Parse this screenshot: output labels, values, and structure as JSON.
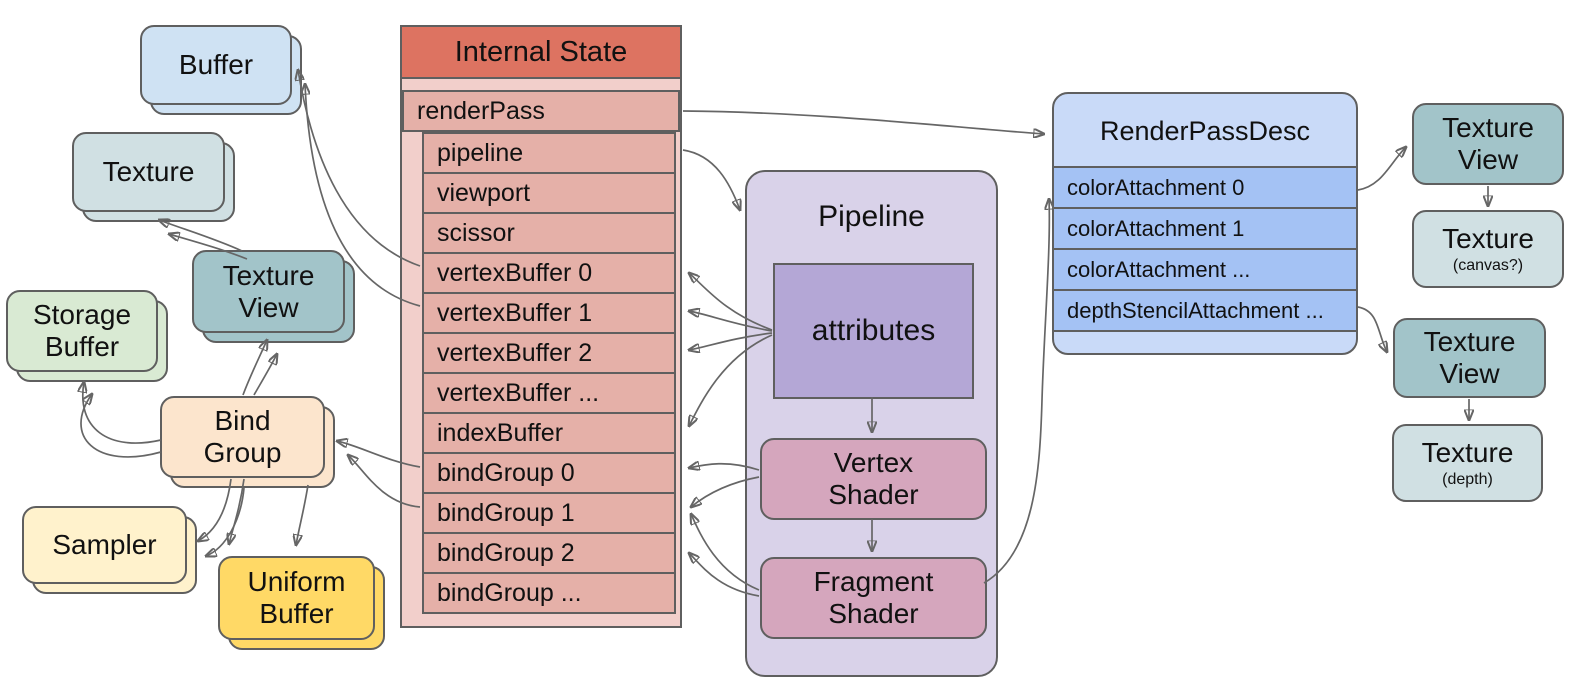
{
  "diagram": {
    "title_hint": "WebGPU render pass internal state diagram",
    "cards": {
      "buffer": "Buffer",
      "texture": "Texture",
      "texture_view": "Texture View",
      "storage_buffer": "Storage Buffer",
      "bind_group": "Bind Group",
      "sampler": "Sampler",
      "uniform_buffer": "Uniform Buffer"
    },
    "internal_state": {
      "title": "Internal State",
      "rows": [
        "renderPass",
        "pipeline",
        "viewport",
        "scissor",
        "vertexBuffer 0",
        "vertexBuffer 1",
        "vertexBuffer 2",
        "vertexBuffer ...",
        "indexBuffer",
        "bindGroup 0",
        "bindGroup 1",
        "bindGroup 2",
        "bindGroup ..."
      ]
    },
    "pipeline": {
      "title": "Pipeline",
      "attributes": "attributes",
      "vertex_shader": "Vertex Shader",
      "fragment_shader": "Fragment Shader"
    },
    "render_pass_desc": {
      "title": "RenderPassDesc",
      "rows": [
        "colorAttachment 0",
        "colorAttachment 1",
        "colorAttachment ...",
        "depthStencilAttachment ..."
      ]
    },
    "right_column": {
      "texture_view_top": "Texture View",
      "texture_canvas": "Texture",
      "texture_canvas_sub": "(canvas?)",
      "texture_view_bottom": "Texture View",
      "texture_depth": "Texture",
      "texture_depth_sub": "(depth)"
    },
    "colors": {
      "border": "#5f5f5f",
      "arrow": "#666666",
      "buffer_fill": "#cfe2f3",
      "texture_fill": "#d0e0e3",
      "texture_view_fill": "#a2c4c9",
      "storage_buffer_fill": "#d9ead3",
      "bind_group_fill": "#fce5cd",
      "sampler_fill": "#fff2cc",
      "uniform_buffer_fill": "#ffd966",
      "internal_state_header_fill": "#dd7361",
      "internal_state_body_fill": "#f2cfcb",
      "internal_state_row_fill": "#e5b0a8",
      "pipeline_fill": "#d9d2e9",
      "attributes_fill": "#b4a7d6",
      "shader_fill": "#d5a6bd",
      "render_pass_desc_fill": "#c9daf8",
      "render_pass_desc_row_fill": "#a4c2f4"
    }
  }
}
